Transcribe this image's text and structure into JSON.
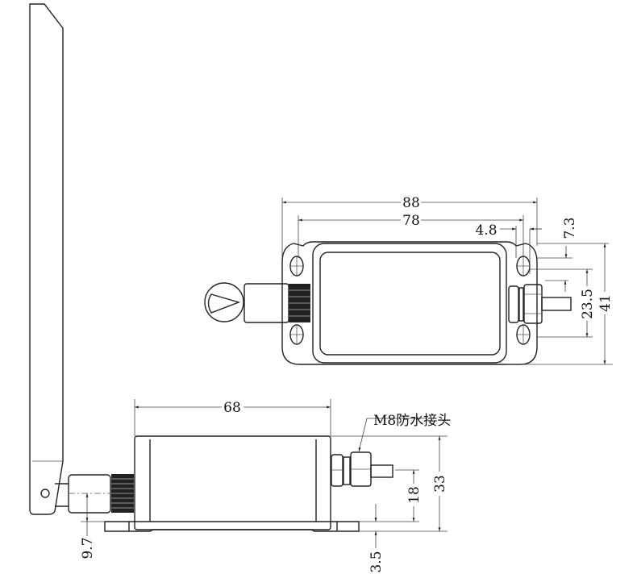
{
  "dimensions": {
    "top_view": {
      "overall_length": "88",
      "hole_spacing": "78",
      "hole_offset_x": "4.8",
      "hole_offset_y": "7.3",
      "hole_spacing_vertical": "23.5",
      "overall_width": "41"
    },
    "side_view": {
      "body_length": "68",
      "overall_height": "33",
      "connector_height": "18",
      "flange_thickness": "3.5",
      "antenna_connector_height": "9.7"
    }
  },
  "annotations": {
    "connector_label": "M8防水接头"
  },
  "colors": {
    "line": "#222222",
    "background": "#ffffff"
  }
}
